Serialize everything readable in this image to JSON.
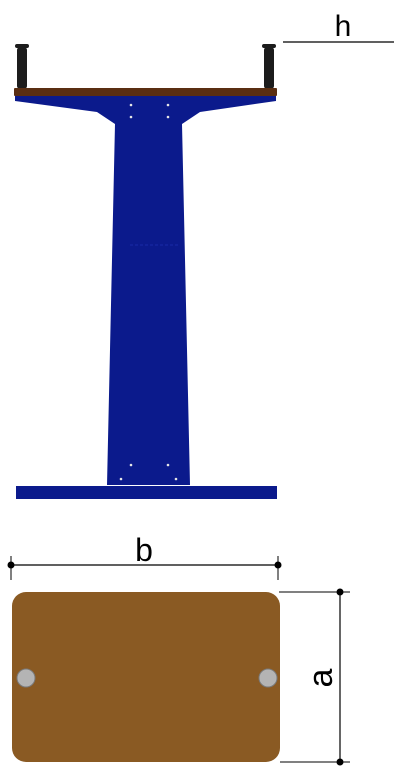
{
  "diagram": {
    "labels": {
      "height": "h",
      "width": "b",
      "depth": "a"
    },
    "colors": {
      "frame": "#0b1a8c",
      "frame_dark": "#071269",
      "seat_top": "#5a2e12",
      "seat": "#8a5a23",
      "handle": "#1c1c1c",
      "bolt": "#b4b4b4",
      "dimension_line": "#000000"
    }
  }
}
